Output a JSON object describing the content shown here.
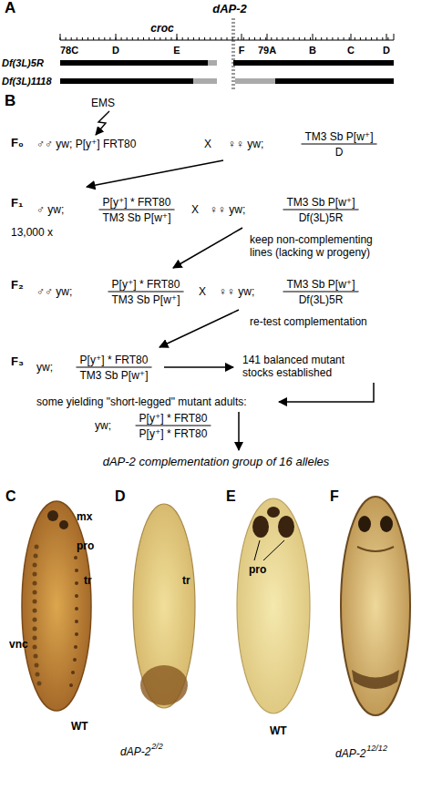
{
  "diagram": {
    "labels": [
      "A",
      "dAP-2",
      "croc",
      "78C",
      "D",
      "E",
      "F",
      "79A",
      "B",
      "C",
      "D",
      "Df(3L)5R",
      "Df(3L)1118",
      "B",
      "EMS",
      "F₀",
      "♂♂ yw; P[y⁺] FRT80",
      "X",
      "♀♀ yw;",
      "TM3 Sb P[w⁺]",
      "D",
      "F₁",
      "♂ yw;",
      "P[y⁺] * FRT80",
      "TM3 Sb P[w⁺]",
      "X",
      "♀♀ yw;",
      "TM3 Sb P[w⁺]",
      "Df(3L)5R",
      "13,000 x",
      "keep non-complementing lines (lacking w progeny)",
      "F₂",
      "♂♂ yw;",
      "P[y⁺] * FRT80",
      "TM3 Sb P[w⁺]",
      "X",
      "♀♀ yw;",
      "TM3 Sb P[w⁺]",
      "Df(3L)5R",
      "re-test complementation",
      "F₃",
      "yw;",
      "P[y⁺] * FRT80",
      "TM3 Sb P[w⁺]",
      "141 balanced mutant stocks established",
      "some yielding \"short-legged\" mutant adults:",
      "yw;",
      "P[y⁺] * FRT80",
      "P[y⁺] * FRT80",
      "dAP-2 complementation group of 16 alleles",
      "C",
      "D",
      "E",
      "F",
      "mx",
      "pro",
      "tr",
      "vnc",
      "WT",
      "tr",
      "dAP-2",
      "2/2",
      "pro",
      "WT",
      "dAP-2",
      "12/12"
    ]
  }
}
